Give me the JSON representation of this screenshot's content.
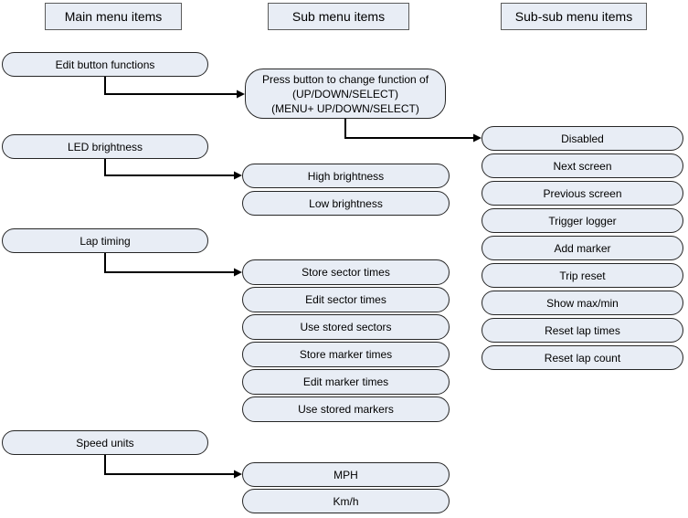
{
  "headers": {
    "main": "Main menu items",
    "sub": "Sub menu items",
    "subsub": "Sub-sub menu items"
  },
  "main_items": {
    "edit_buttons": "Edit button functions",
    "led": "LED brightness",
    "lap": "Lap timing",
    "speed": "Speed units"
  },
  "sub_items": {
    "press_line1": "Press button to change function of",
    "press_line2": "(UP/DOWN/SELECT)",
    "press_line3": "(MENU+ UP/DOWN/SELECT)",
    "high": "High brightness",
    "low": "Low brightness",
    "store_sector": "Store sector times",
    "edit_sector": "Edit sector times",
    "use_sectors": "Use stored sectors",
    "store_marker": "Store marker times",
    "edit_marker": "Edit marker times",
    "use_markers": "Use stored markers",
    "mph": "MPH",
    "kmh": "Km/h"
  },
  "subsub_items": {
    "disabled": "Disabled",
    "next": "Next screen",
    "previous": "Previous screen",
    "trigger": "Trigger logger",
    "add_marker": "Add marker",
    "trip_reset": "Trip reset",
    "show_maxmin": "Show max/min",
    "reset_times": "Reset lap times",
    "reset_count": "Reset lap count"
  },
  "colors": {
    "box_fill": "#e8edf5",
    "pill_border": "#262626",
    "header_border": "#5b5b5b",
    "connector": "#000000",
    "text": "#000000",
    "background": "#ffffff"
  }
}
